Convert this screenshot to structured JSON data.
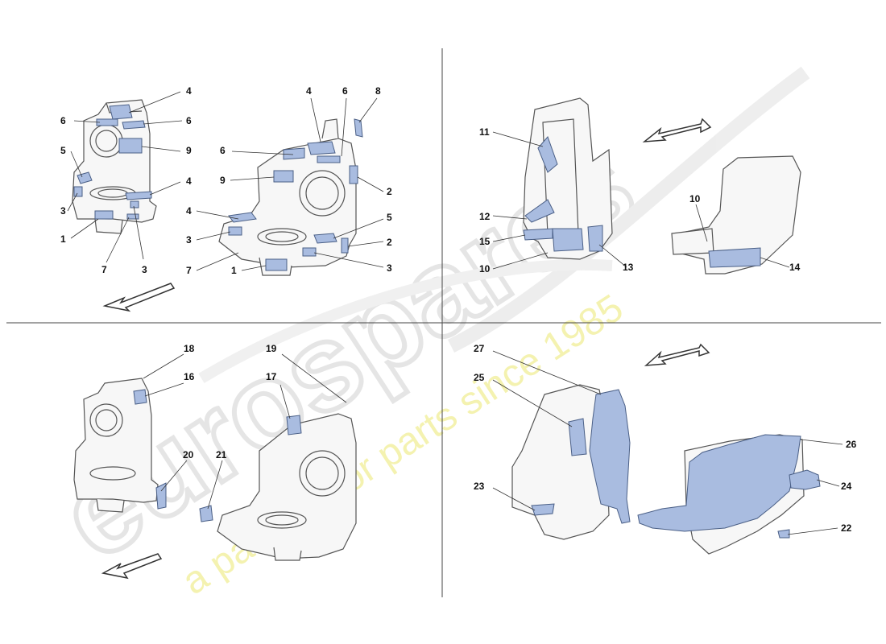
{
  "colors": {
    "part_fill": "#a9bce0",
    "part_stroke": "#4a5f86",
    "line": "#333333",
    "watermark_grey": "#e6e6e6",
    "watermark_yellow": "#f1ef9a"
  },
  "watermark": {
    "brand": "eurospares",
    "tagline": "a passion for parts since 1985"
  },
  "quadrant_top_left": {
    "left_view": {
      "callouts": [
        "4",
        "6",
        "6",
        "5",
        "9",
        "4",
        "3",
        "1",
        "7",
        "3"
      ]
    },
    "right_view": {
      "callouts": [
        "4",
        "6",
        "8",
        "6",
        "9",
        "2",
        "4",
        "5",
        "3",
        "2",
        "7",
        "1",
        "3"
      ]
    }
  },
  "quadrant_top_right": {
    "callouts": [
      "11",
      "12",
      "15",
      "10",
      "13",
      "10",
      "14"
    ]
  },
  "quadrant_bottom_left": {
    "callouts": [
      "18",
      "16",
      "19",
      "17",
      "20",
      "21"
    ]
  },
  "quadrant_bottom_right": {
    "callouts": [
      "27",
      "25",
      "23",
      "26",
      "24",
      "22"
    ]
  }
}
